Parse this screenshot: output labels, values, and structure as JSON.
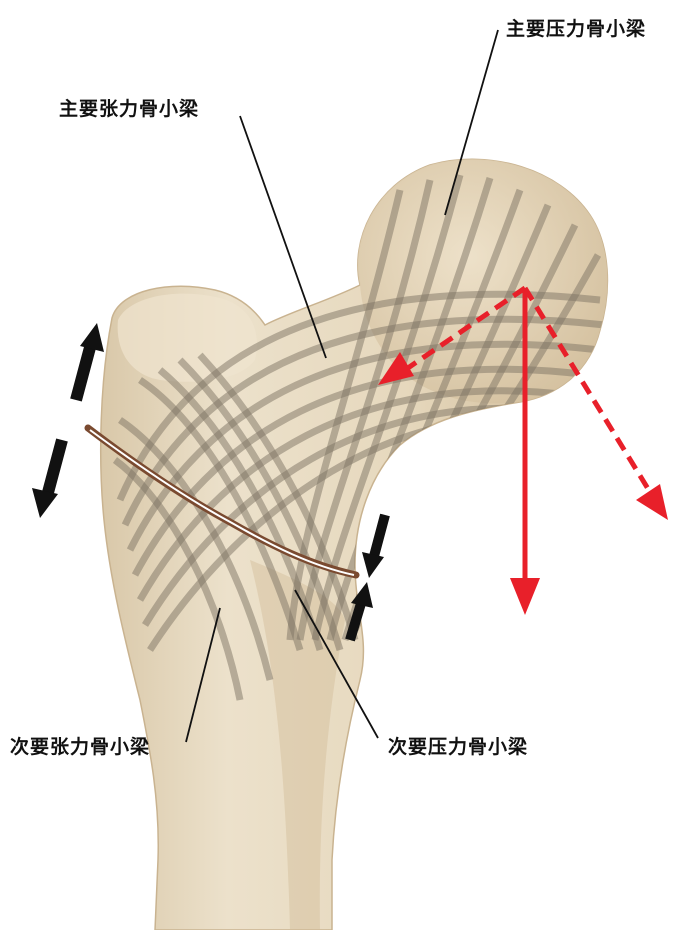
{
  "labels": {
    "primary_compressive": "主要压力骨小梁",
    "primary_tensile": "主要张力骨小梁",
    "secondary_tensile": "次要张力骨小梁",
    "secondary_compressive": "次要压力骨小梁"
  },
  "colors": {
    "background": "#ffffff",
    "bone": "#e9dcc4",
    "bone_shadow": "#cdb99a",
    "trabeculae": "#7d7364",
    "fracture": "#7a4a30",
    "force_arrow": "#e8202a",
    "motion_arrow": "#111111",
    "leader_line": "#111111"
  }
}
